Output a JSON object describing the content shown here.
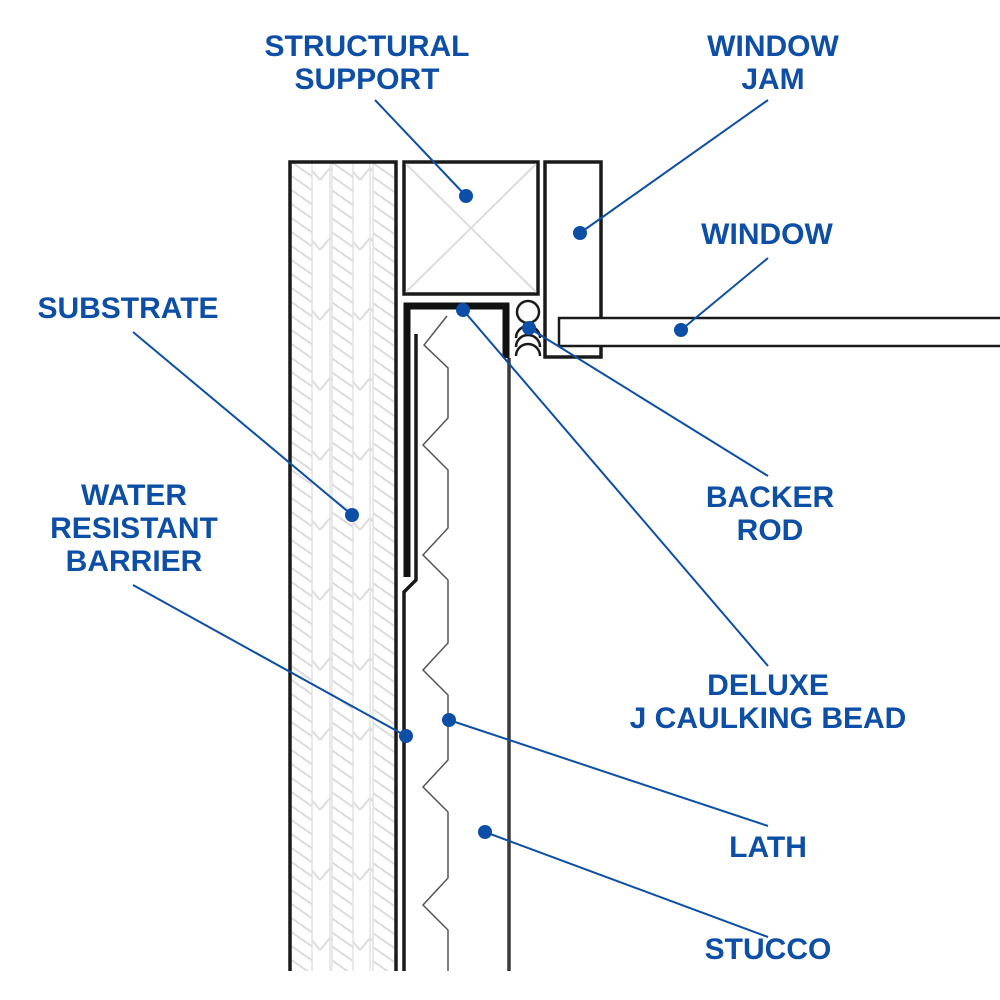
{
  "title": "Deluxe J Caulking Bead window jamb stucco detail",
  "colors": {
    "label": "#0d4ea6",
    "leader": "#0d4ea6",
    "outline": "#1a1a1a",
    "hatch": "#d9d9d9",
    "lath": "#555555"
  },
  "labels": {
    "structural_support": [
      "STRUCTURAL",
      "SUPPORT"
    ],
    "window_jam": [
      "WINDOW",
      "JAM"
    ],
    "window": [
      "WINDOW"
    ],
    "substrate": [
      "SUBSTRATE"
    ],
    "water_resistant_barrier": [
      "WATER",
      "RESISTANT",
      "BARRIER"
    ],
    "backer_rod": [
      "BACKER",
      "ROD"
    ],
    "deluxe_j_caulking_bead": [
      "DELUXE",
      "J CAULKING BEAD"
    ],
    "lath": [
      "LATH"
    ],
    "stucco": [
      "STUCCO"
    ]
  }
}
